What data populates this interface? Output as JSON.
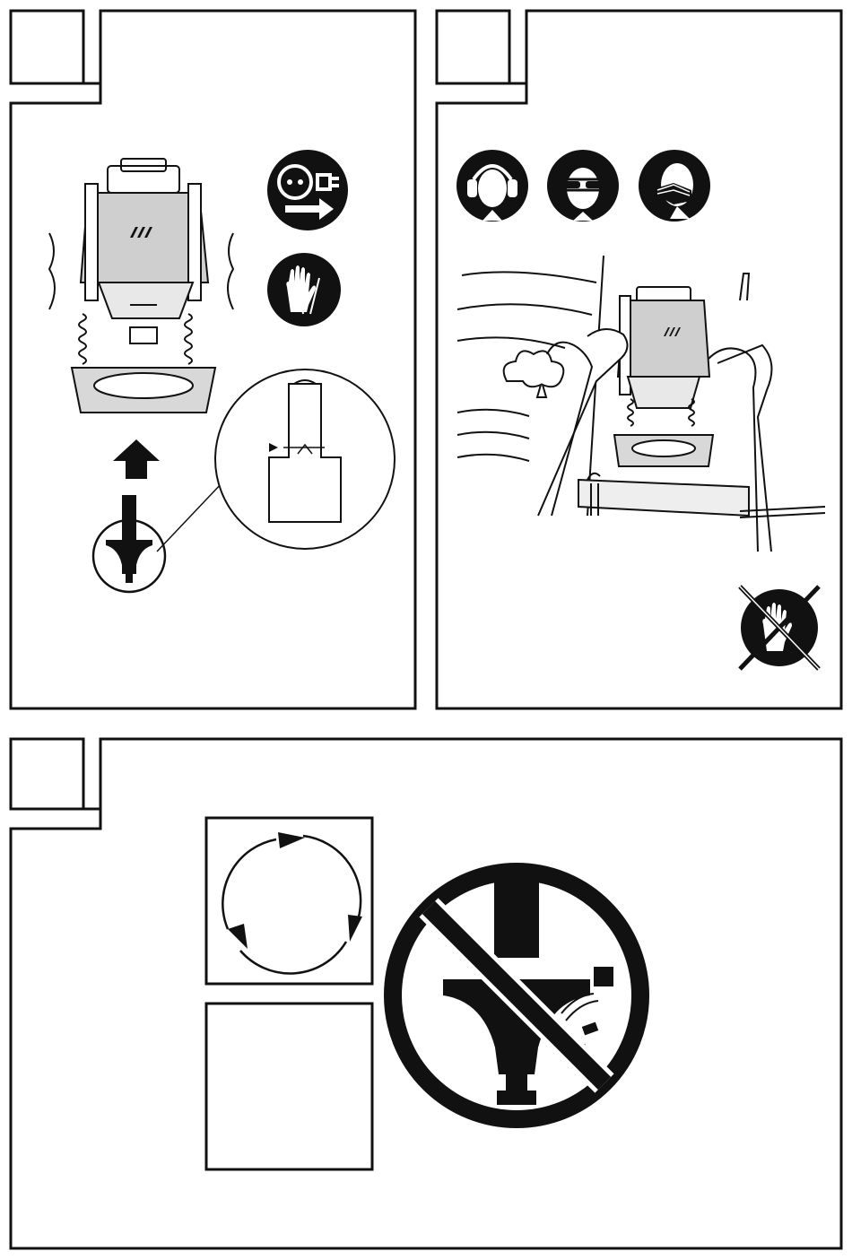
{
  "page": {
    "panels": [
      {
        "id": "panel-1",
        "icons": [
          "unplug-before-servicing-icon",
          "wear-gloves-icon"
        ],
        "illustration": "router-bit-insertion",
        "detail": "collet-depth-marker-detail"
      },
      {
        "id": "panel-2",
        "icons": [
          "ear-protection-icon",
          "eye-protection-icon",
          "dust-mask-icon",
          "no-gloves-icon"
        ],
        "illustration": "two-hand-routing-operation"
      },
      {
        "id": "panel-3",
        "icons": [
          "feed-direction-icon",
          "no-side-load-on-bit-icon"
        ],
        "empty_box": true
      }
    ],
    "colors": {
      "ink": "#111111",
      "paper": "#ffffff"
    }
  }
}
